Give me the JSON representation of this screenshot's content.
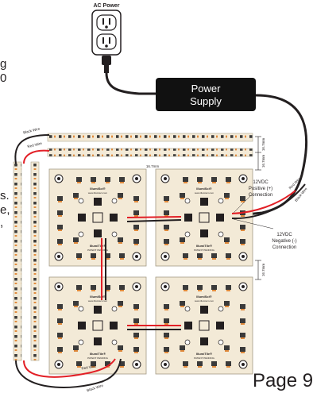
{
  "labels": {
    "ac_power": "AC Power",
    "power_supply_line1": "Power",
    "power_supply_line2": "Supply",
    "black_wire": "Black Wire",
    "red_wire": "Red Wire",
    "positive_line1": "12VDC",
    "positive_line2": "Positive (+)",
    "positive_line3": "Connection",
    "negative_line1": "12VDC",
    "negative_line2": "Negative (-)",
    "negative_line3": "Connection",
    "dim_16_7mm": "16.7mm",
    "dim_16_7mm_b": "16.7mm",
    "dim_tile_gap": "16.7mm",
    "brand": "IllumiSci®",
    "brand_tile": "IllumiTile®",
    "url": "www.illumisci.com",
    "patent": "PATENT PENDING",
    "page": "Page 9",
    "left_cut_1": "g",
    "left_cut_2": "0",
    "left_cut_3": "s.",
    "left_cut_4": "e,",
    "left_cut_5": ","
  },
  "colors": {
    "red_wire": "#e21f26",
    "black_wire": "#231f20",
    "board": "#f3ead7",
    "copper": "#e08a3c",
    "power_supply": "#111111"
  }
}
